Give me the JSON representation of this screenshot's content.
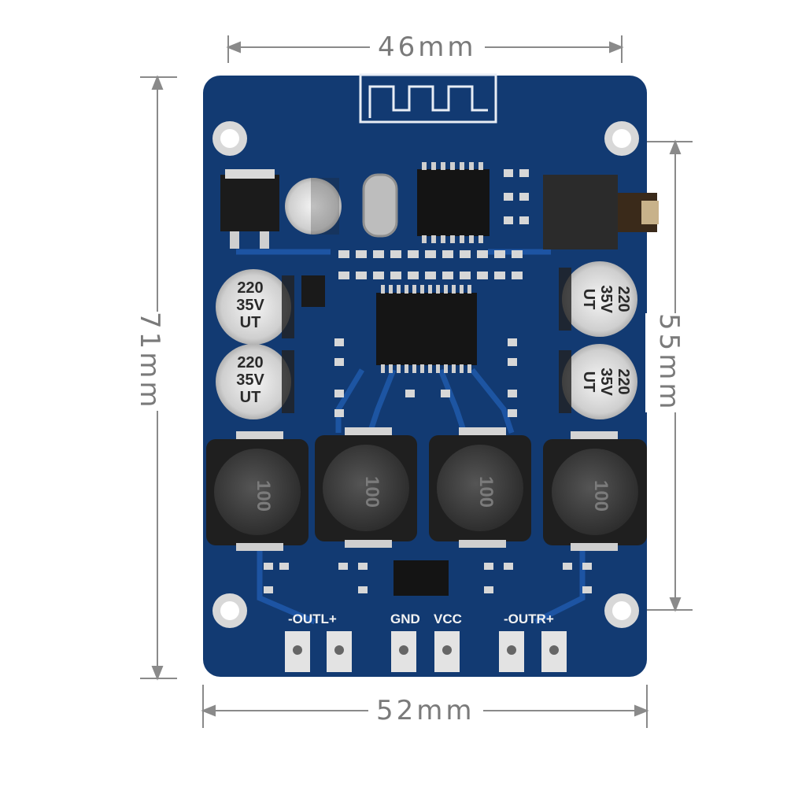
{
  "dimensions": {
    "top_width": "46mm",
    "bottom_width": "52mm",
    "left_height": "71mm",
    "right_height": "55mm"
  },
  "board": {
    "silkscreen": {
      "out_left": "-OUTL+",
      "gnd": "GND",
      "vcc": "VCC",
      "out_right": "-OUTR+"
    },
    "capacitor_labels": [
      "220",
      "35V",
      "UT"
    ],
    "inductor_label": "100",
    "colors": {
      "pcb": "#123a72",
      "pcb_trace": "#1f58a8",
      "dimension_lines": "#8a8a8a"
    }
  }
}
